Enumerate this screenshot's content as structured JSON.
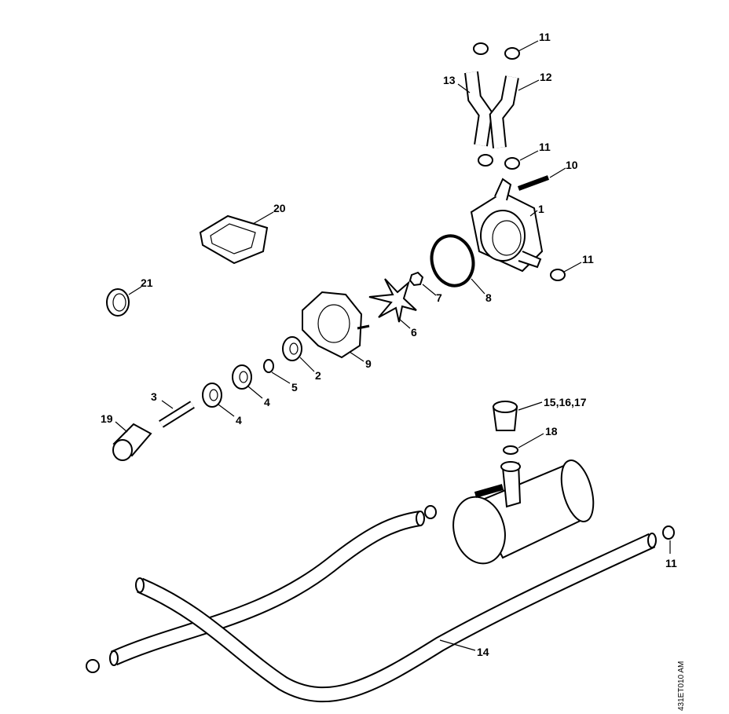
{
  "diagram": {
    "callouts": [
      {
        "id": "c11a",
        "text": "11"
      },
      {
        "id": "c13",
        "text": "13"
      },
      {
        "id": "c12",
        "text": "12"
      },
      {
        "id": "c11b",
        "text": "11"
      },
      {
        "id": "c10",
        "text": "10"
      },
      {
        "id": "c20",
        "text": "20"
      },
      {
        "id": "c1",
        "text": "1"
      },
      {
        "id": "c11c",
        "text": "11"
      },
      {
        "id": "c21",
        "text": "21"
      },
      {
        "id": "c7",
        "text": "7"
      },
      {
        "id": "c8",
        "text": "8"
      },
      {
        "id": "c6",
        "text": "6"
      },
      {
        "id": "c9",
        "text": "9"
      },
      {
        "id": "c2",
        "text": "2"
      },
      {
        "id": "c5",
        "text": "5"
      },
      {
        "id": "c4a",
        "text": "4"
      },
      {
        "id": "c4b",
        "text": "4"
      },
      {
        "id": "c3",
        "text": "3"
      },
      {
        "id": "c19",
        "text": "19"
      },
      {
        "id": "c15",
        "text": "15,16,17"
      },
      {
        "id": "c18",
        "text": "18"
      },
      {
        "id": "c11d",
        "text": "11"
      },
      {
        "id": "c14",
        "text": "14"
      }
    ],
    "drawing_code": "431ET010 AM"
  }
}
